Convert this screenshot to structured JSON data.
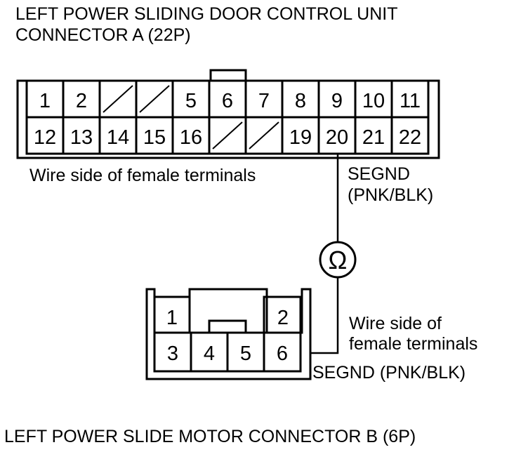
{
  "header": {
    "title_line1": "LEFT POWER SLIDING DOOR CONTROL UNIT",
    "title_line2": "CONNECTOR A (22P)"
  },
  "connector_a": {
    "caption": "Wire side of female terminals",
    "row1": [
      "1",
      "2",
      "",
      "",
      "5",
      "6",
      "7",
      "8",
      "9",
      "10",
      "11"
    ],
    "row2": [
      "12",
      "13",
      "14",
      "15",
      "16",
      "",
      "",
      "19",
      "20",
      "21",
      "22"
    ]
  },
  "wire": {
    "label_a_line1": "SEGND",
    "label_a_line2": "(PNK/BLK)",
    "meter_symbol": "Ω",
    "label_b": "SEGND (PNK/BLK)"
  },
  "connector_b": {
    "caption_line1": "Wire side of",
    "caption_line2": "female terminals",
    "pins": [
      "1",
      "2",
      "3",
      "4",
      "5",
      "6"
    ]
  },
  "footer": {
    "title": "LEFT POWER SLIDE MOTOR CONNECTOR B (6P)"
  }
}
